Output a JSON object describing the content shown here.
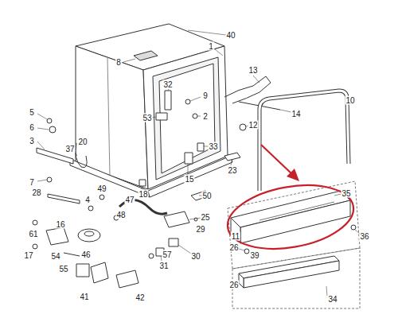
{
  "diagram": {
    "labels": [
      "40",
      "1",
      "8",
      "13",
      "10",
      "5",
      "32",
      "9",
      "2",
      "6",
      "12",
      "14",
      "3",
      "53",
      "37",
      "20",
      "33",
      "7",
      "15",
      "23",
      "28",
      "49",
      "18",
      "50",
      "35",
      "4",
      "61",
      "47",
      "48",
      "25",
      "29",
      "36",
      "16",
      "46",
      "30",
      "31",
      "11",
      "26",
      "39",
      "17",
      "54",
      "55",
      "41",
      "57",
      "42",
      "26",
      "34"
    ]
  }
}
